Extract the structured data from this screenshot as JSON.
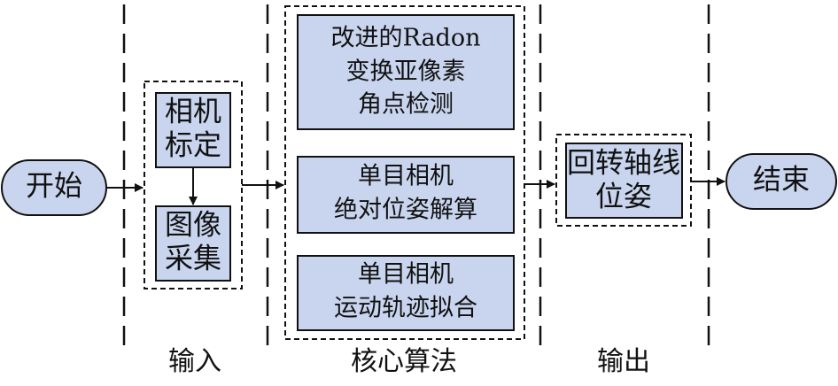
{
  "nodes": {
    "start": "开始",
    "calib": [
      "相机",
      "标定"
    ],
    "capture": [
      "图像",
      "采集"
    ],
    "radon": [
      "改进的Radon",
      "变换亚像素",
      "角点检测"
    ],
    "pose": [
      "单目相机",
      "绝对位姿解算"
    ],
    "motion": [
      "单目相机",
      "运动轨迹拟合"
    ],
    "axis": [
      "回转轴线",
      "位姿"
    ],
    "end": "结束"
  },
  "sections": {
    "input": "输入",
    "core": "核心算法",
    "output": "输出"
  },
  "colors": {
    "node_fill": "#c9d5ee",
    "stroke": "#111111"
  }
}
